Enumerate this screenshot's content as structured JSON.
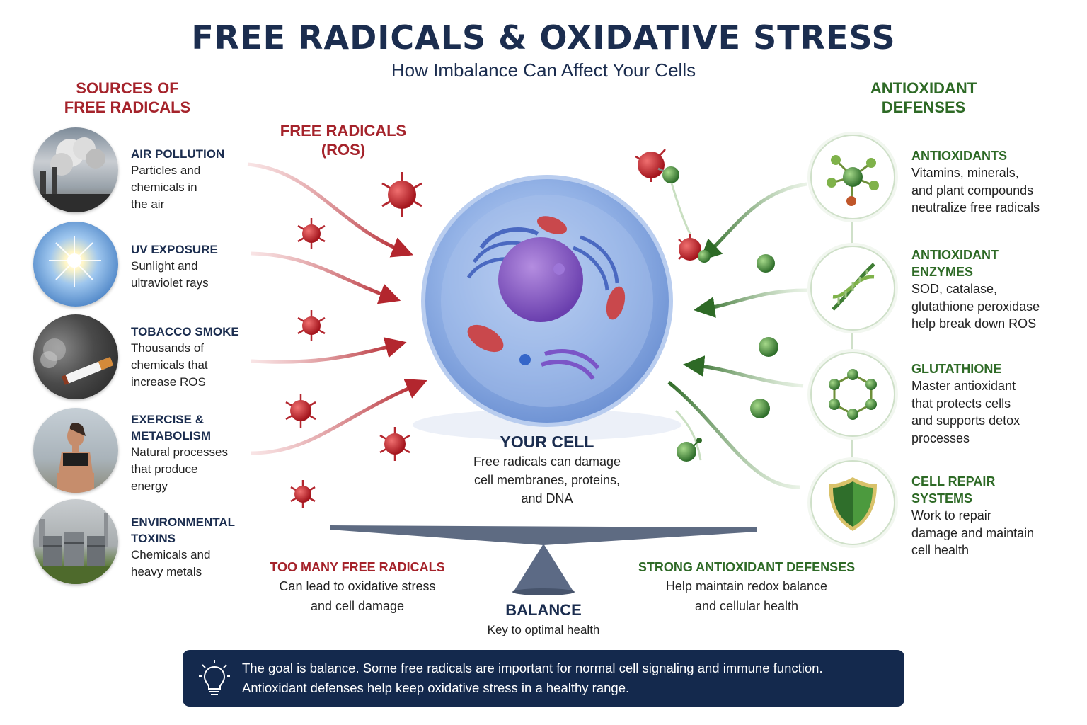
{
  "header": {
    "title": "FREE RADICALS & OXIDATIVE STRESS",
    "subtitle": "How Imbalance Can Affect Your Cells"
  },
  "sources": {
    "heading_line1": "SOURCES OF",
    "heading_line2": "FREE RADICALS",
    "items": [
      {
        "title1": "AIR POLLUTION",
        "title2": "",
        "desc": [
          "Particles and",
          "chemicals in",
          "the air"
        ]
      },
      {
        "title1": "UV EXPOSURE",
        "title2": "",
        "desc": [
          "Sunlight and",
          "ultraviolet rays"
        ]
      },
      {
        "title1": "TOBACCO SMOKE",
        "title2": "",
        "desc": [
          "Thousands of",
          "chemicals that",
          "increase ROS"
        ]
      },
      {
        "title1": "EXERCISE &",
        "title2": "METABOLISM",
        "desc": [
          "Natural processes",
          "that produce",
          "energy"
        ]
      },
      {
        "title1": "ENVIRONMENTAL",
        "title2": "TOXINS",
        "desc": [
          "Chemicals and",
          "heavy metals"
        ]
      }
    ]
  },
  "ros": {
    "line1": "FREE RADICALS",
    "line2": "(ROS)"
  },
  "cell": {
    "title": "YOUR CELL",
    "desc": [
      "Free radicals can damage",
      "cell membranes, proteins,",
      "and DNA"
    ]
  },
  "defenses": {
    "heading_line1": "ANTIOXIDANT",
    "heading_line2": "DEFENSES",
    "items": [
      {
        "title1": "ANTIOXIDANTS",
        "title2": "",
        "desc": [
          "Vitamins, minerals,",
          "and plant compounds",
          "neutralize free radicals"
        ]
      },
      {
        "title1": "ANTIOXIDANT",
        "title2": "ENZYMES",
        "desc": [
          "SOD, catalase,",
          "glutathione peroxidase",
          "help break down ROS"
        ]
      },
      {
        "title1": "GLUTATHIONE",
        "title2": "",
        "desc": [
          "Master antioxidant",
          "that protects cells",
          "and supports detox",
          "processes"
        ]
      },
      {
        "title1": "CELL REPAIR",
        "title2": "SYSTEMS",
        "desc": [
          "Work to repair",
          "damage and maintain",
          "cell health"
        ]
      }
    ]
  },
  "balance": {
    "left_title": "TOO MANY FREE RADICALS",
    "left_desc": [
      "Can lead to oxidative stress",
      "and cell damage"
    ],
    "right_title": "STRONG ANTIOXIDANT DEFENSES",
    "right_desc": [
      "Help maintain redox balance",
      "and cellular health"
    ],
    "center_title": "BALANCE",
    "center_desc": "Key to optimal health"
  },
  "note": {
    "line1": "The goal is balance. Some free radicals are important for normal cell signaling and immune function.",
    "line2": "Antioxidant defenses help keep oxidative stress in a healthy range."
  },
  "colors": {
    "navy": "#1b2d4f",
    "red": "#a5232b",
    "green": "#2e6a26",
    "note_bg": "#14294d"
  },
  "icons": [
    "factory-smoke-icon",
    "sun-icon",
    "cigarette-icon",
    "runner-icon",
    "barrels-icon",
    "molecule-icon",
    "dna-icon",
    "ring-molecule-icon",
    "shield-icon",
    "lightbulb-icon"
  ]
}
